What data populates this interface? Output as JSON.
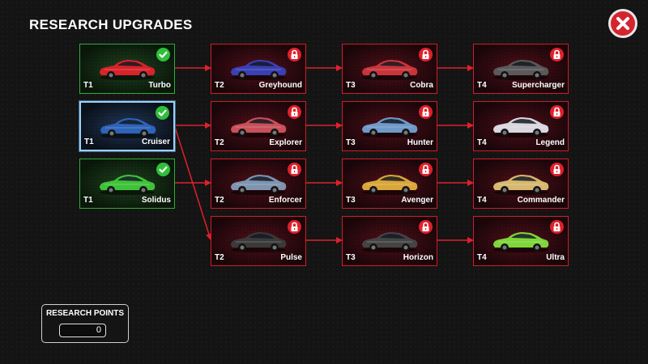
{
  "title": "RESEARCH UPGRADES",
  "colors": {
    "lock_red": "#e0202c",
    "unlocked_green": "#2fbf3a",
    "selected_blue": "#9fd0f0",
    "arrow": "#e0202c"
  },
  "cards": [
    {
      "id": "turbo",
      "tier": "T1",
      "name": "Turbo",
      "state": "unlocked",
      "car_color": "#d8232a"
    },
    {
      "id": "greyhound",
      "tier": "T2",
      "name": "Greyhound",
      "state": "locked",
      "car_color": "#3a3fb5"
    },
    {
      "id": "cobra",
      "tier": "T3",
      "name": "Cobra",
      "state": "locked",
      "car_color": "#c9343a"
    },
    {
      "id": "supercharger",
      "tier": "T4",
      "name": "Supercharger",
      "state": "locked",
      "car_color": "#5a5a5a"
    },
    {
      "id": "cruiser",
      "tier": "T1",
      "name": "Cruiser",
      "state": "selected",
      "car_color": "#2e63b8"
    },
    {
      "id": "explorer",
      "tier": "T2",
      "name": "Explorer",
      "state": "locked",
      "car_color": "#c8505a"
    },
    {
      "id": "hunter",
      "tier": "T3",
      "name": "Hunter",
      "state": "locked",
      "car_color": "#6f9ac8"
    },
    {
      "id": "legend",
      "tier": "T4",
      "name": "Legend",
      "state": "locked",
      "car_color": "#d8d8de"
    },
    {
      "id": "solidus",
      "tier": "T1",
      "name": "Solidus",
      "state": "unlocked",
      "car_color": "#3ec23a"
    },
    {
      "id": "enforcer",
      "tier": "T2",
      "name": "Enforcer",
      "state": "locked",
      "car_color": "#7e95b0"
    },
    {
      "id": "avenger",
      "tier": "T3",
      "name": "Avenger",
      "state": "locked",
      "car_color": "#d9a63a"
    },
    {
      "id": "commander",
      "tier": "T4",
      "name": "Commander",
      "state": "locked",
      "car_color": "#d6b870"
    },
    {
      "id": "pulse",
      "tier": "T2",
      "name": "Pulse",
      "state": "locked",
      "car_color": "#3a3a3a"
    },
    {
      "id": "horizon",
      "tier": "T3",
      "name": "Horizon",
      "state": "locked",
      "car_color": "#444444"
    },
    {
      "id": "ultra",
      "tier": "T4",
      "name": "Ultra",
      "state": "locked",
      "car_color": "#7fd63a"
    }
  ],
  "research_points": {
    "label": "RESEARCH POINTS",
    "value": "0"
  }
}
